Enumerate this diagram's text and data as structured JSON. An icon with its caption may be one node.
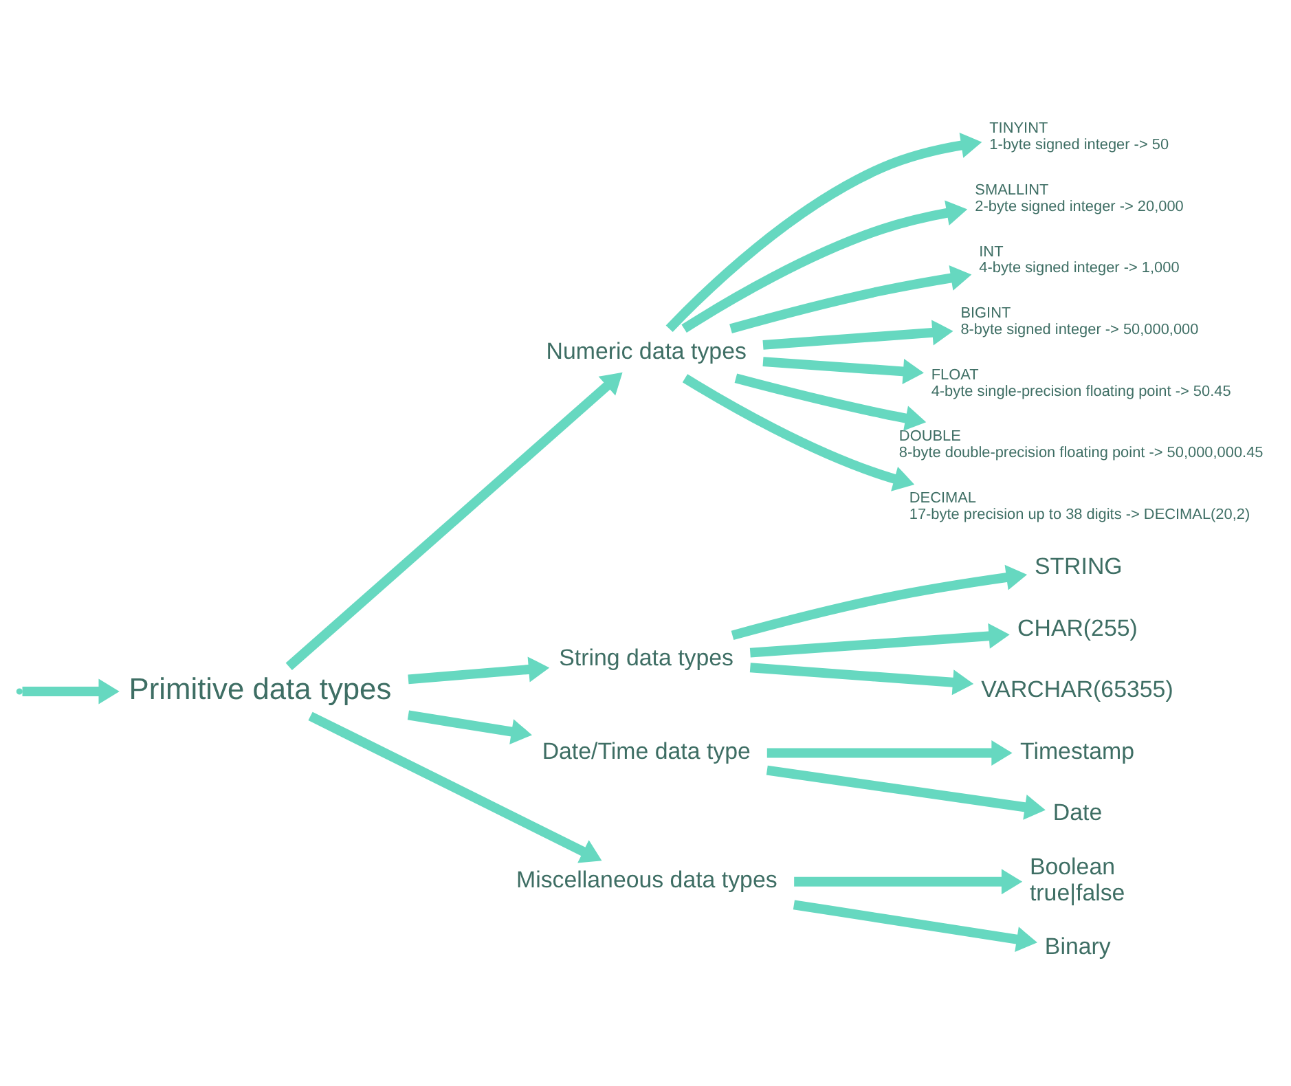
{
  "diagram": {
    "nodes": [
      {
        "text": [
          "Primitive data types"
        ]
      },
      {
        "text": [
          "Numeric data types"
        ]
      },
      {
        "text": [
          "String data types"
        ]
      },
      {
        "text": [
          "Date/Time data type"
        ]
      },
      {
        "text": [
          "Miscellaneous data types"
        ]
      },
      {
        "text": [
          "TINYINT",
          "1-byte signed integer -> 50"
        ]
      },
      {
        "text": [
          "SMALLINT",
          "2-byte signed integer -> 20,000"
        ]
      },
      {
        "text": [
          "INT",
          "4-byte signed integer -> 1,000"
        ]
      },
      {
        "text": [
          "BIGINT",
          "8-byte signed integer -> 50,000,000"
        ]
      },
      {
        "text": [
          "FLOAT",
          "4-byte single-precision floating point -> 50.45"
        ]
      },
      {
        "text": [
          "DOUBLE",
          "8-byte double-precision floating point -> 50,000,000.45"
        ]
      },
      {
        "text": [
          "DECIMAL",
          "17-byte precision up to 38 digits -> DECIMAL(20,2)"
        ]
      },
      {
        "text": [
          "STRING"
        ]
      },
      {
        "text": [
          "CHAR(255)"
        ]
      },
      {
        "text": [
          "VARCHAR(65355)"
        ]
      },
      {
        "text": [
          "Timestamp"
        ]
      },
      {
        "text": [
          "Date"
        ]
      },
      {
        "text": [
          "Boolean",
          "true|false"
        ]
      },
      {
        "text": [
          "Binary"
        ]
      }
    ],
    "edges": [
      {
        "from": null,
        "to": 0,
        "arrow": "to"
      },
      {
        "from": 0,
        "to": 1,
        "arrow": "to"
      },
      {
        "from": 0,
        "to": 2,
        "arrow": "to"
      },
      {
        "from": 0,
        "to": 3,
        "arrow": "to"
      },
      {
        "from": 0,
        "to": 4,
        "arrow": "to"
      },
      {
        "from": 1,
        "to": 5,
        "arrow": "to"
      },
      {
        "from": 1,
        "to": 6,
        "arrow": "to"
      },
      {
        "from": 1,
        "to": 7,
        "arrow": "to"
      },
      {
        "from": 1,
        "to": 8,
        "arrow": "to"
      },
      {
        "from": 1,
        "to": 9,
        "arrow": "to"
      },
      {
        "from": 1,
        "to": 10,
        "arrow": "to"
      },
      {
        "from": 1,
        "to": 11,
        "arrow": "to"
      },
      {
        "from": 2,
        "to": 12,
        "arrow": "to"
      },
      {
        "from": 2,
        "to": 13,
        "arrow": "to"
      },
      {
        "from": 2,
        "to": 14,
        "arrow": "to"
      },
      {
        "from": 3,
        "to": 15,
        "arrow": "to"
      },
      {
        "from": 3,
        "to": 16,
        "arrow": "to"
      },
      {
        "from": 4,
        "to": 17,
        "arrow": "to"
      },
      {
        "from": 4,
        "to": 18,
        "arrow": "to"
      }
    ]
  }
}
